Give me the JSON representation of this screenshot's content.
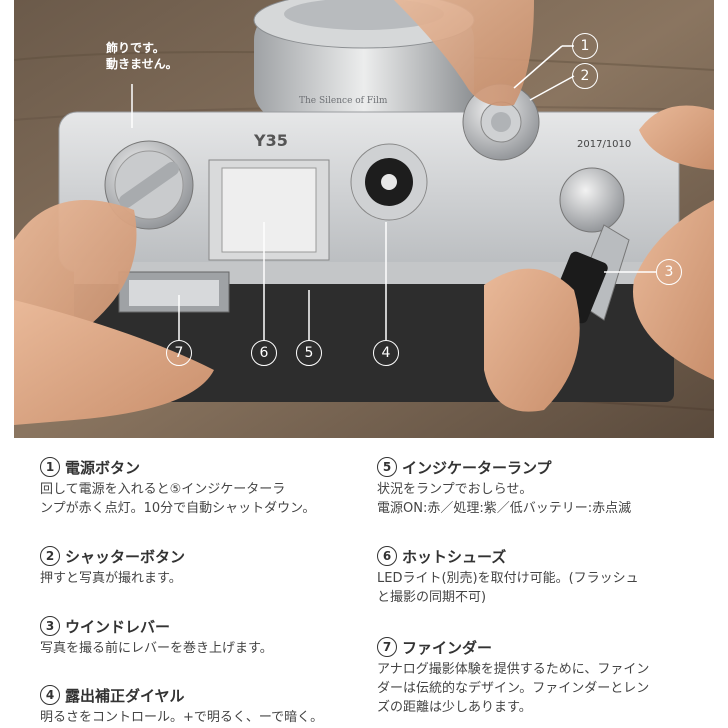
{
  "photo": {
    "annotation_note": [
      "飾りです。",
      "動きません。"
    ],
    "camera_model": "Y35",
    "camera_date": "2017/1010",
    "lens_text": "The Silence of Film",
    "callout_numbers": [
      "1",
      "2",
      "3",
      "4",
      "5",
      "6",
      "7"
    ]
  },
  "features": [
    {
      "num": "1",
      "title": "電源ボタン",
      "desc": [
        "回して電源を入れると⑤インジケーターラ",
        "ンプが赤く点灯。10分で自動シャットダウン。"
      ]
    },
    {
      "num": "2",
      "title": "シャッターボタン",
      "desc": [
        "押すと写真が撮れます。"
      ]
    },
    {
      "num": "3",
      "title": "ウインドレバー",
      "desc": [
        "写真を撮る前にレバーを巻き上げます。"
      ]
    },
    {
      "num": "4",
      "title": "露出補正ダイヤル",
      "desc": [
        "明るさをコントロール。+で明るく、ーで暗く。"
      ]
    },
    {
      "num": "5",
      "title": "インジケーターランプ",
      "desc": [
        "状況をランプでおしらせ。",
        "電源ON:赤／処理:紫／低バッテリー:赤点滅"
      ]
    },
    {
      "num": "6",
      "title": "ホットシューズ",
      "desc": [
        "LEDライト(別売)を取付け可能。(フラッシュ",
        "と撮影の同期不可)"
      ]
    },
    {
      "num": "7",
      "title": "ファインダー",
      "desc": [
        "アナログ撮影体験を提供するために、ファイン",
        "ダーは伝統的なデザイン。ファインダーとレン",
        "ズの距離は少しあります。"
      ]
    }
  ]
}
